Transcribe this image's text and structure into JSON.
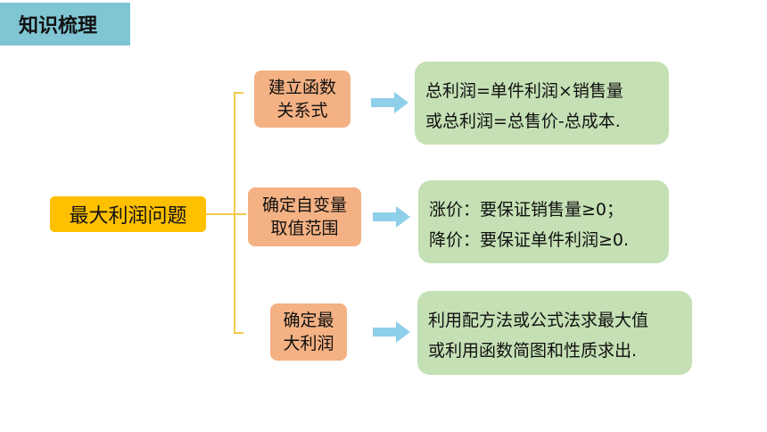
{
  "header": {
    "title": "知识梳理"
  },
  "root": {
    "label": "最大利润问题"
  },
  "steps": [
    {
      "label_lines": [
        "建立函数",
        "关系式"
      ],
      "detail_lines": [
        "总利润=单件利润×销售量",
        "或总利润=总售价-总成本."
      ]
    },
    {
      "label_lines": [
        "确定自变量",
        "取值范围"
      ],
      "detail_lines": [
        "涨价：要保证销售量≥0；",
        "降价：要保证单件利润≥0."
      ]
    },
    {
      "label_lines": [
        "确定最",
        "大利润"
      ],
      "detail_lines": [
        "利用配方法或公式法求最大值",
        "或利用函数简图和性质求出."
      ]
    }
  ],
  "colors": {
    "header_bg": "#7fc5d3",
    "root_bg": "#ffc000",
    "step_bg": "#f4b183",
    "detail_bg": "#c5e0b4",
    "arrow": "#8ecfe9",
    "bracket": "#f2c94c"
  },
  "icons": {
    "arrow": "right-arrow-icon"
  }
}
